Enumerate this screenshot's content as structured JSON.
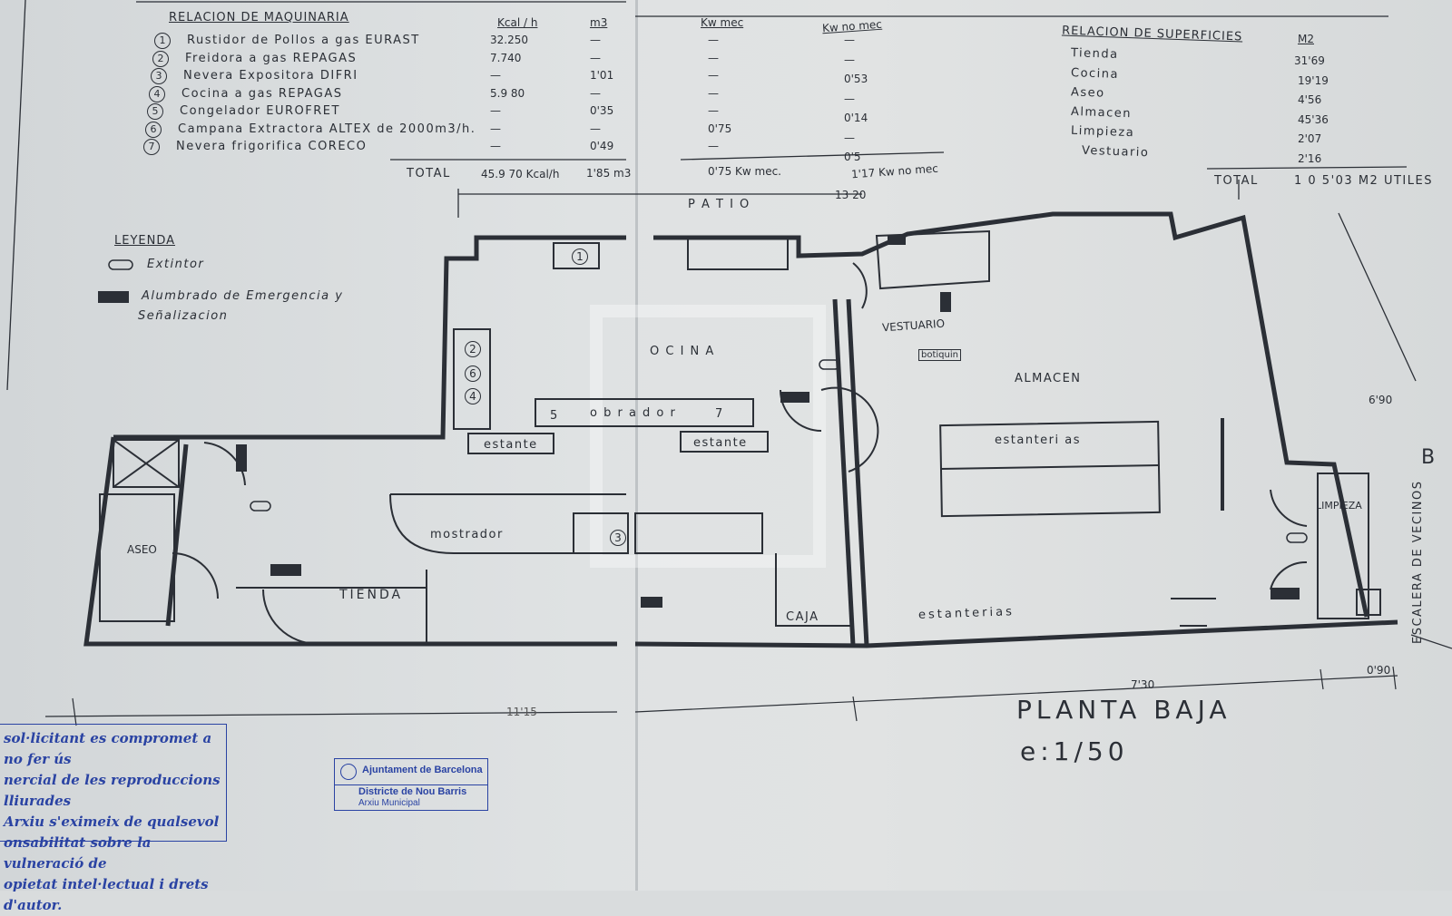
{
  "maquinaria": {
    "title": "RELACION DE MAQUINARIA",
    "headers": {
      "kcal": "Kcal / h",
      "m3": "m3",
      "kw_mec": "Kw mec",
      "kw_no_mec": "Kw no mec"
    },
    "items": [
      {
        "n": "1",
        "name": "Rustidor de Pollos a gas EURAST",
        "kcal": "32.250",
        "m3": "—",
        "kw_mec": "—",
        "kw_no_mec": "—"
      },
      {
        "n": "2",
        "name": "Freidora a gas REPAGAS",
        "kcal": "7.740",
        "m3": "—",
        "kw_mec": "—",
        "kw_no_mec": "—"
      },
      {
        "n": "3",
        "name": "Nevera Expositora DIFRI",
        "kcal": "—",
        "m3": "1'01",
        "kw_mec": "—",
        "kw_no_mec": "0'53"
      },
      {
        "n": "4",
        "name": "Cocina a gas REPAGAS",
        "kcal": "5.9 80",
        "m3": "—",
        "kw_mec": "—",
        "kw_no_mec": "—"
      },
      {
        "n": "5",
        "name": "Congelador EUROFRET",
        "kcal": "—",
        "m3": "0'35",
        "kw_mec": "—",
        "kw_no_mec": "0'14"
      },
      {
        "n": "6",
        "name": "Campana Extractora ALTEX de 2000m3/h.",
        "kcal": "—",
        "m3": "—",
        "kw_mec": "0'75",
        "kw_no_mec": "—"
      },
      {
        "n": "7",
        "name": "Nevera frigorifica CORECO",
        "kcal": "—",
        "m3": "0'49",
        "kw_mec": "—",
        "kw_no_mec": "0'5"
      }
    ],
    "total": {
      "label": "TOTAL",
      "kcal": "45.9 70 Kcal/h",
      "m3": "1'85 m3",
      "kw_mec": "0'75 Kw mec.",
      "kw_no_mec": "1'17 Kw no mec"
    }
  },
  "superficies": {
    "title": "RELACION DE SUPERFICIES",
    "unit": "M2",
    "items": [
      {
        "name": "Tienda",
        "value": "31'69"
      },
      {
        "name": "Cocina",
        "value": "19'19"
      },
      {
        "name": "Aseo",
        "value": "4'56"
      },
      {
        "name": "Almacen",
        "value": "45'36"
      },
      {
        "name": "Limpieza",
        "value": "2'07"
      },
      {
        "name": "Vestuario",
        "value": "2'16"
      }
    ],
    "total_label": "TOTAL",
    "total_value": "1 0 5'03 M2 UTILES"
  },
  "leyenda": {
    "title": "LEYENDA",
    "extintor": "Extintor",
    "alumbrado_1": "Alumbrado de Emergencia y",
    "alumbrado_2": "Señalizacion"
  },
  "rooms": {
    "patio": "P A T I O",
    "cocina": "O C I N A",
    "obrador": "o b r a d o r",
    "vestuario": "VESTUARIO",
    "botiquin": "botiquin",
    "almacen": "ALMACEN",
    "estanterias_1": "estanteri as",
    "estanterias_2": "estanterias",
    "estante_1": "estante",
    "estante_2": "estante",
    "mostrador": "mostrador",
    "tienda": "TIENDA",
    "aseo": "ASEO",
    "caja": "CAJA",
    "limpieza": "LIMPIEZA",
    "escalera": "ESCALERA DE VECINOS",
    "section": "B",
    "mark5": "5",
    "mark7": "7",
    "mark1": "1",
    "mark2": "2",
    "mark3": "3",
    "mark4": "4",
    "mark6": "6"
  },
  "dimensions": {
    "d1320": "13 20",
    "d690": "6'90",
    "d730": "7'30",
    "d090": "0'90",
    "d1115": "11'15"
  },
  "plan_title": "PLANTA BAJA",
  "scale": "e:1/50",
  "stamp_text": [
    "sol·licitant es compromet a no fer ús",
    "nercial de les reproduccions lliurades",
    "Arxiu s'eximeix de qualsevol",
    "onsabilitat sobre la vulneració de",
    "opietat intel·lectual i drets d'autor."
  ],
  "stamp2": {
    "line1": "Ajuntament de Barcelona",
    "line2": "Districte de Nou Barris",
    "line3": "Arxiu Municipal"
  }
}
